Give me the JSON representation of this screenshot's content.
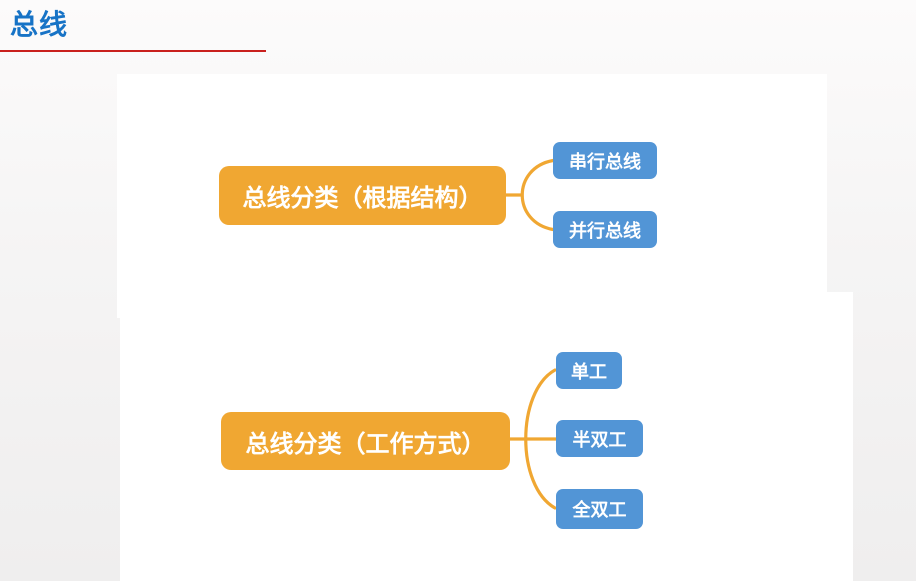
{
  "page": {
    "title": "总线"
  },
  "diagrams": [
    {
      "root": "总线分类（根据结构）",
      "children": [
        "串行总线",
        "并行总线"
      ]
    },
    {
      "root": "总线分类（工作方式）",
      "children": [
        "单工",
        "半双工",
        "全双工"
      ]
    }
  ],
  "colors": {
    "title_text": "#1773c6",
    "divider": "#c9211e",
    "root_node_fill": "#f0a732",
    "child_node_fill": "#5295d6",
    "connector": "#f0a732",
    "node_text": "#ffffff",
    "panel": "#ffffff",
    "page_background": "#f4f3f3"
  }
}
